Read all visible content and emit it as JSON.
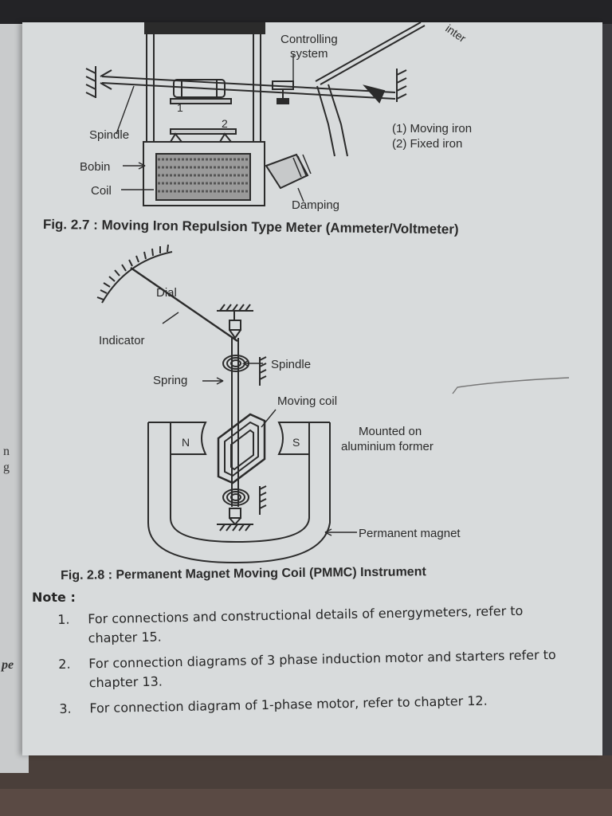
{
  "fig1": {
    "caption": "Fig. 2.7 : Moving Iron Repulsion Type Meter (Ammeter/Voltmeter)",
    "labels": {
      "controlling": "Controlling",
      "system": "system",
      "pointer_fragment": "inter",
      "one": "1",
      "two": "2",
      "spindle": "Spindle",
      "bobin": "Bobin",
      "coil": "Coil",
      "damping": "Damping",
      "legend1": "(1) Moving iron",
      "legend2": "(2) Fixed iron"
    }
  },
  "fig2": {
    "caption": "Fig. 2.8 : Permanent Magnet Moving Coil (PMMC) Instrument",
    "labels": {
      "dial": "Dial",
      "indicator": "Indicator",
      "spindle": "Spindle",
      "spring": "Spring",
      "moving_coil": "Moving coil",
      "mounted1": "Mounted on",
      "mounted2": "aluminium former",
      "north": "N",
      "south": "S",
      "magnet": "Permanent magnet"
    }
  },
  "note": {
    "title": "Note :",
    "items": [
      {
        "num": "1.",
        "text": "For connections and constructional details of energymeters, refer to chapter 15."
      },
      {
        "num": "2.",
        "text": "For connection diagrams of 3 phase induction motor and starters refer to chapter 13."
      },
      {
        "num": "3.",
        "text": "For connection diagram of 1-phase motor, refer to chapter 12."
      }
    ]
  },
  "left_fragments": [
    "n",
    "g",
    "pe"
  ]
}
